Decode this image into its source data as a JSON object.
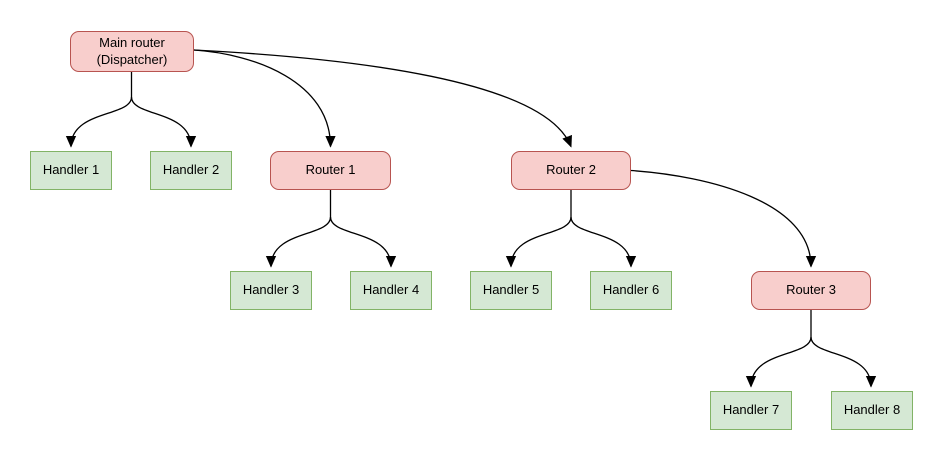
{
  "diagram": {
    "nodes": {
      "main_router": {
        "label": "Main router\n(Dispatcher)",
        "type": "router"
      },
      "handler1": {
        "label": "Handler 1",
        "type": "handler"
      },
      "handler2": {
        "label": "Handler 2",
        "type": "handler"
      },
      "router1": {
        "label": "Router 1",
        "type": "router"
      },
      "router2": {
        "label": "Router 2",
        "type": "router"
      },
      "handler3": {
        "label": "Handler 3",
        "type": "handler"
      },
      "handler4": {
        "label": "Handler 4",
        "type": "handler"
      },
      "handler5": {
        "label": "Handler 5",
        "type": "handler"
      },
      "handler6": {
        "label": "Handler 6",
        "type": "handler"
      },
      "router3": {
        "label": "Router 3",
        "type": "router"
      },
      "handler7": {
        "label": "Handler 7",
        "type": "handler"
      },
      "handler8": {
        "label": "Handler 8",
        "type": "handler"
      }
    },
    "edges": [
      {
        "from": "main_router",
        "to": "handler1"
      },
      {
        "from": "main_router",
        "to": "handler2"
      },
      {
        "from": "main_router",
        "to": "router1"
      },
      {
        "from": "main_router",
        "to": "router2"
      },
      {
        "from": "router1",
        "to": "handler3"
      },
      {
        "from": "router1",
        "to": "handler4"
      },
      {
        "from": "router2",
        "to": "handler5"
      },
      {
        "from": "router2",
        "to": "handler6"
      },
      {
        "from": "router2",
        "to": "router3"
      },
      {
        "from": "router3",
        "to": "handler7"
      },
      {
        "from": "router3",
        "to": "handler8"
      }
    ],
    "colors": {
      "router_fill": "#f8cecc",
      "router_stroke": "#b85450",
      "handler_fill": "#d5e8d4",
      "handler_stroke": "#82b366",
      "edge_stroke": "#000000",
      "text": "#000000",
      "background": "#ffffff"
    }
  }
}
